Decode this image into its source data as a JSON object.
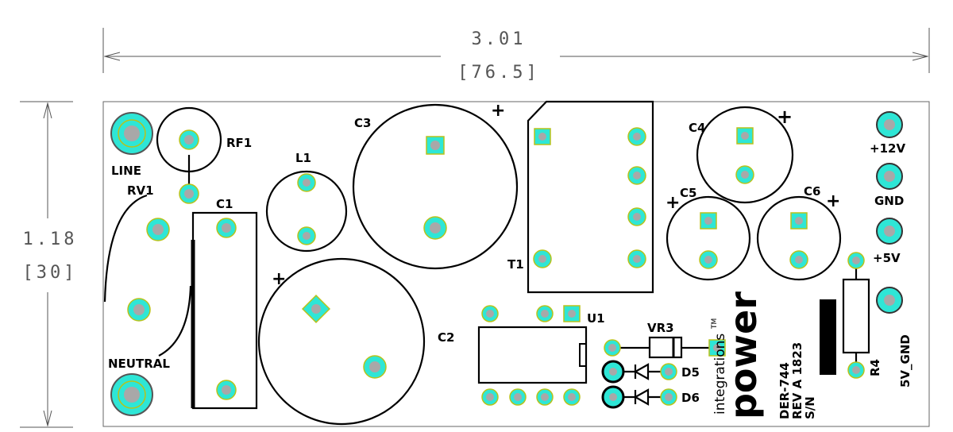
{
  "dimensions": {
    "width_in": "3.01",
    "width_mm": "[76.5]",
    "height_in": "1.18",
    "height_mm": "[30]"
  },
  "labels": {
    "line": "LINE",
    "neutral": "NEUTRAL",
    "rf1": "RF1",
    "rv1": "RV1",
    "l1": "L1",
    "c1": "C1",
    "c2": "C2",
    "c3": "C3",
    "c4": "C4",
    "c5": "C5",
    "c6": "C6",
    "t1": "T1",
    "u1": "U1",
    "vr3": "VR3",
    "d5": "D5",
    "d6": "D6",
    "r4": "R4",
    "plus12v": "+12V",
    "gnd": "GND",
    "plus5v": "+5V",
    "gnd5v": "5V_GND",
    "plus": "+"
  },
  "logo": {
    "word1": "power",
    "word2": "integrations",
    "tm": "TM"
  },
  "board_info": {
    "line1": "DER-744",
    "line2": "REV A 1823",
    "line3": "S/N"
  },
  "colors": {
    "pad": "#2ee6d6",
    "pad_edge": "#b8c21a",
    "hole": "#a8a8a8",
    "outline": "#000000"
  }
}
